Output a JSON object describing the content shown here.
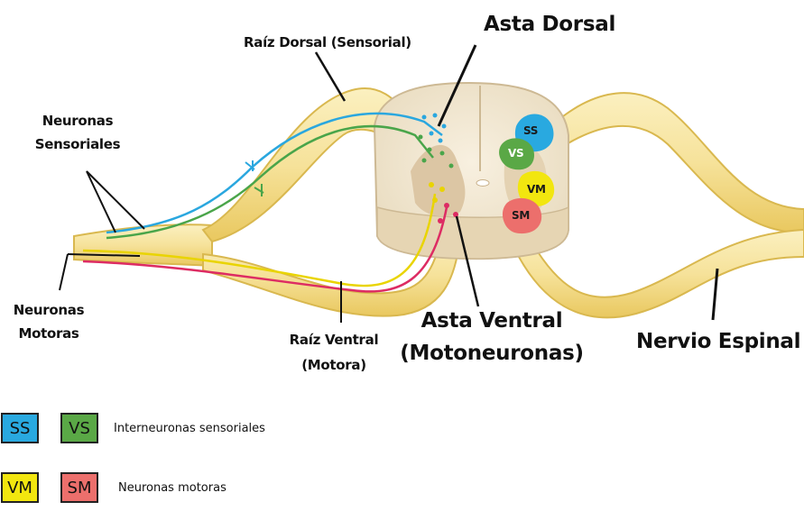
{
  "labels": {
    "dorsal_root": "Raíz Dorsal (Sensorial)",
    "dorsal_horn": "Asta Dorsal",
    "sensory_neurons_line1": "Neuronas",
    "sensory_neurons_line2": "Sensoriales",
    "motor_neurons_line1": "Neuronas",
    "motor_neurons_line2": "Motoras",
    "ventral_root_line1": "Raíz Ventral",
    "ventral_root_line2": "(Motora)",
    "ventral_horn_line1": "Asta Ventral",
    "ventral_horn_line2": "(Motoneuronas)",
    "spinal_nerve": "Nervio Espinal"
  },
  "cord_regions": {
    "ss": "SS",
    "vs": "VS",
    "vm": "VM",
    "sm": "SM"
  },
  "legend": {
    "sensory": {
      "boxes": [
        "SS",
        "VS"
      ],
      "text": "Interneuronas sensoriales"
    },
    "motor": {
      "boxes": [
        "VM",
        "SM"
      ],
      "text": "Neuronas motoras"
    }
  },
  "colors": {
    "ss": "#29a9e0",
    "vs": "#5aa846",
    "vm": "#f2e60f",
    "sm": "#ec6f6c",
    "nerve": "#f6e39a",
    "nerve_edge": "#d9b84f",
    "cord": "#f3ead8",
    "gray_matter": "#dcc6a4",
    "sensory_fiber_blue": "#2aa7df",
    "sensory_fiber_green": "#4aa54a",
    "motor_fiber_yellow": "#e9d400",
    "motor_fiber_red": "#dd2c63"
  }
}
